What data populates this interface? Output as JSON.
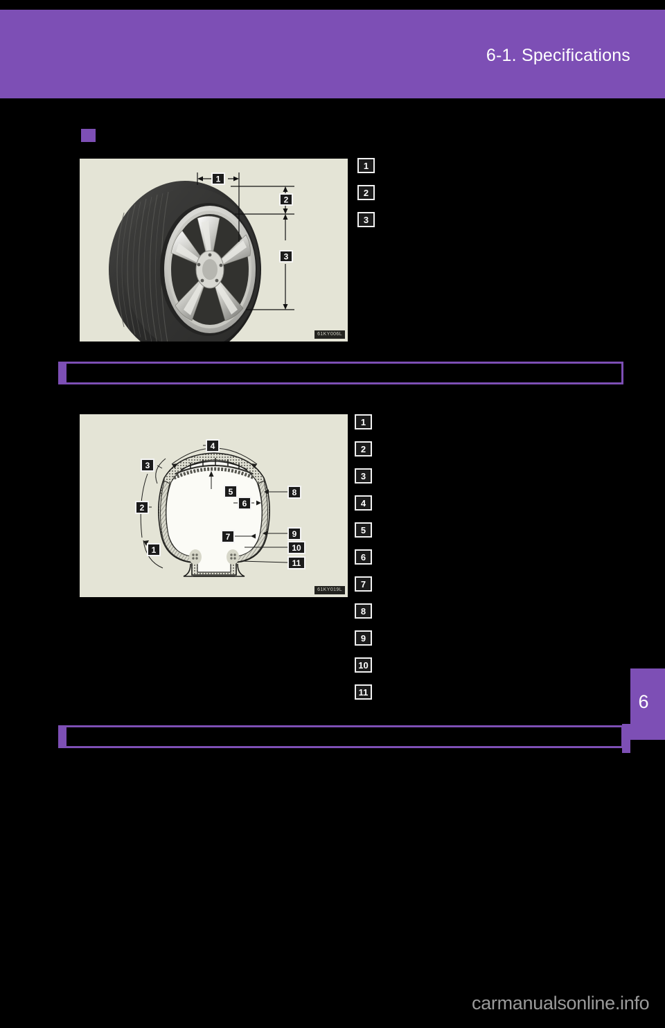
{
  "page": {
    "background_color": "#000000",
    "accent_color": "#7d4fb5",
    "figure_background_color": "#e4e4d6"
  },
  "header": {
    "title": "6-1. Specifications"
  },
  "section_bullet": {
    "icon": "purple-square-bullet",
    "label": ""
  },
  "figures": [
    {
      "name": "tire-and-wheel-dimensions",
      "id_label": "61KY006L",
      "alt": "Tire mounted on alloy wheel with three dimension arrows"
    },
    {
      "name": "tire-cross-section",
      "id_label": "61KY019L",
      "alt": "Cut-away cross section of a radial tire with eleven component callouts"
    }
  ],
  "callouts_wheel": [
    {
      "number": "1",
      "text": ""
    },
    {
      "number": "2",
      "text": ""
    },
    {
      "number": "3",
      "text": ""
    }
  ],
  "callouts_cross_section": [
    {
      "number": "1",
      "text": ""
    },
    {
      "number": "2",
      "text": ""
    },
    {
      "number": "3",
      "text": ""
    },
    {
      "number": "4",
      "text": ""
    },
    {
      "number": "5",
      "text": ""
    },
    {
      "number": "6",
      "text": ""
    },
    {
      "number": "7",
      "text": ""
    },
    {
      "number": "8",
      "text": ""
    },
    {
      "number": "9",
      "text": ""
    },
    {
      "number": "10",
      "text": ""
    },
    {
      "number": "11",
      "text": ""
    }
  ],
  "section_headings": [
    {
      "name": "section-heading-upper",
      "text": ""
    },
    {
      "name": "section-heading-lower",
      "text": ""
    }
  ],
  "chapter_tab": {
    "number": "6"
  },
  "watermark": {
    "text": "carmanualsonline.info"
  }
}
